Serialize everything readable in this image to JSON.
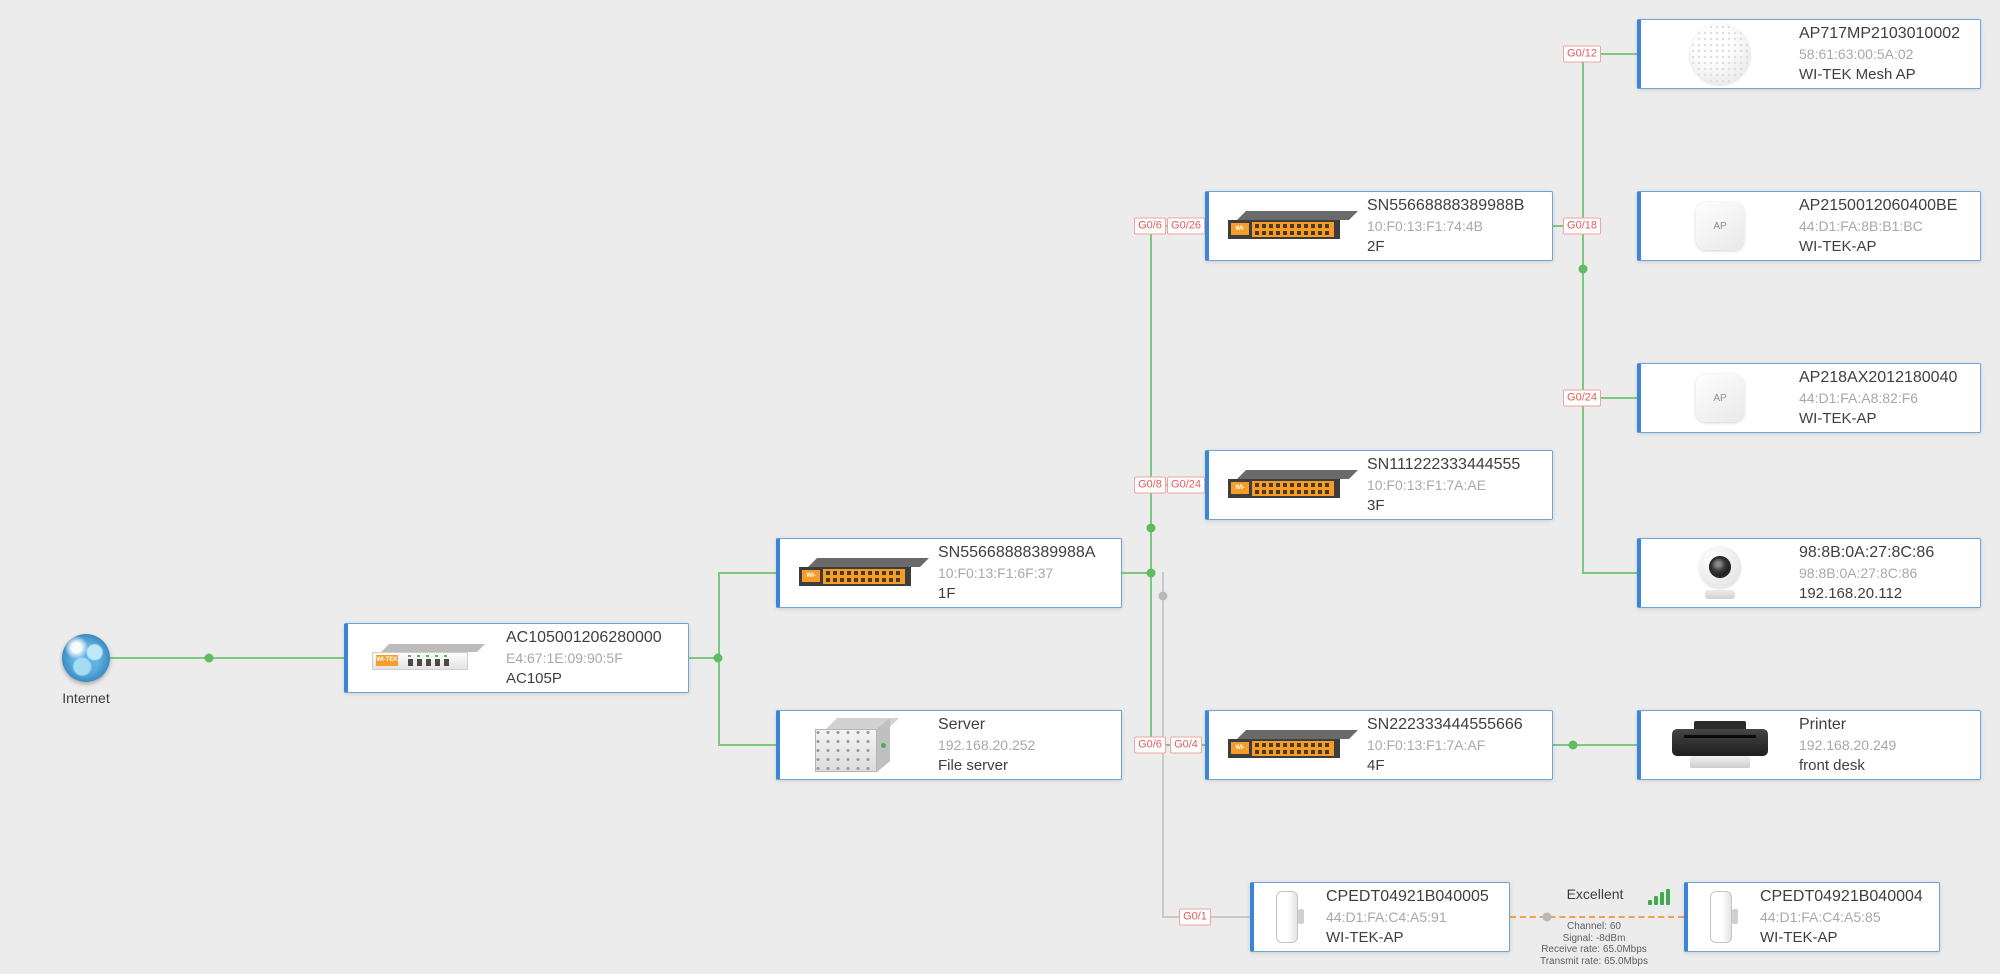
{
  "colors": {
    "background": "#ececec",
    "line_green": "#7ec87e",
    "line_gray": "#c9c9c9",
    "wireless_orange": "#f0a050",
    "card_border": "#6aa5de",
    "card_accent": "#3a86d6",
    "port_red": "#e05c5c"
  },
  "icons": {
    "logo": "WI-TEK",
    "ap_label": "AP"
  },
  "nodes": {
    "internet": {
      "label": "Internet"
    },
    "ac": {
      "title": "AC105001206280000",
      "mac": "E4:67:1E:09:90:5F",
      "name": "AC105P"
    },
    "sw1f": {
      "title": "SN55668888389988A",
      "mac": "10:F0:13:F1:6F:37",
      "name": "1F"
    },
    "server": {
      "title": "Server",
      "mac": "192.168.20.252",
      "name": "File server"
    },
    "sw2f": {
      "title": "SN55668888389988B",
      "mac": "10:F0:13:F1:74:4B",
      "name": "2F"
    },
    "sw3f": {
      "title": "SN111222333444555",
      "mac": "10:F0:13:F1:7A:AE",
      "name": "3F"
    },
    "sw4f": {
      "title": "SN222333444555666",
      "mac": "10:F0:13:F1:7A:AF",
      "name": "4F"
    },
    "meshap": {
      "title": "AP717MP2103010002",
      "mac": "58:61:63:00:5A:02",
      "name": "WI-TEK Mesh AP"
    },
    "ap215": {
      "title": "AP2150012060400BE",
      "mac": "44:D1:FA:8B:B1:BC",
      "name": "WI-TEK-AP"
    },
    "ap218": {
      "title": "AP218AX2012180040",
      "mac": "44:D1:FA:A8:82:F6",
      "name": "WI-TEK-AP"
    },
    "camera": {
      "title": "98:8B:0A:27:8C:86",
      "mac": "98:8B:0A:27:8C:86",
      "name": "192.168.20.112"
    },
    "printer": {
      "title": "Printer",
      "mac": "192.168.20.249",
      "name": "front desk"
    },
    "cpe5": {
      "title": "CPEDT04921B040005",
      "mac": "44:D1:FA:C4:A5:91",
      "name": "WI-TEK-AP"
    },
    "cpe4": {
      "title": "CPEDT04921B040004",
      "mac": "44:D1:FA:C4:A5:85",
      "name": "WI-TEK-AP"
    }
  },
  "ports": {
    "g0_12": "G0/12",
    "g0_6_2f": "G0/6",
    "g0_26": "G0/26",
    "g0_18": "G0/18",
    "g0_24_ap": "G0/24",
    "g0_8": "G0/8",
    "g0_24_3f": "G0/24",
    "g0_6_4f": "G0/6",
    "g0_4": "G0/4",
    "g0_1": "G0/1"
  },
  "wireless": {
    "quality": "Excellent",
    "channel": "Channel: 60",
    "signal": "Signal: -8dBm",
    "receive": "Receive rate: 65.0Mbps",
    "transmit": "Transmit rate: 65.0Mbps"
  }
}
